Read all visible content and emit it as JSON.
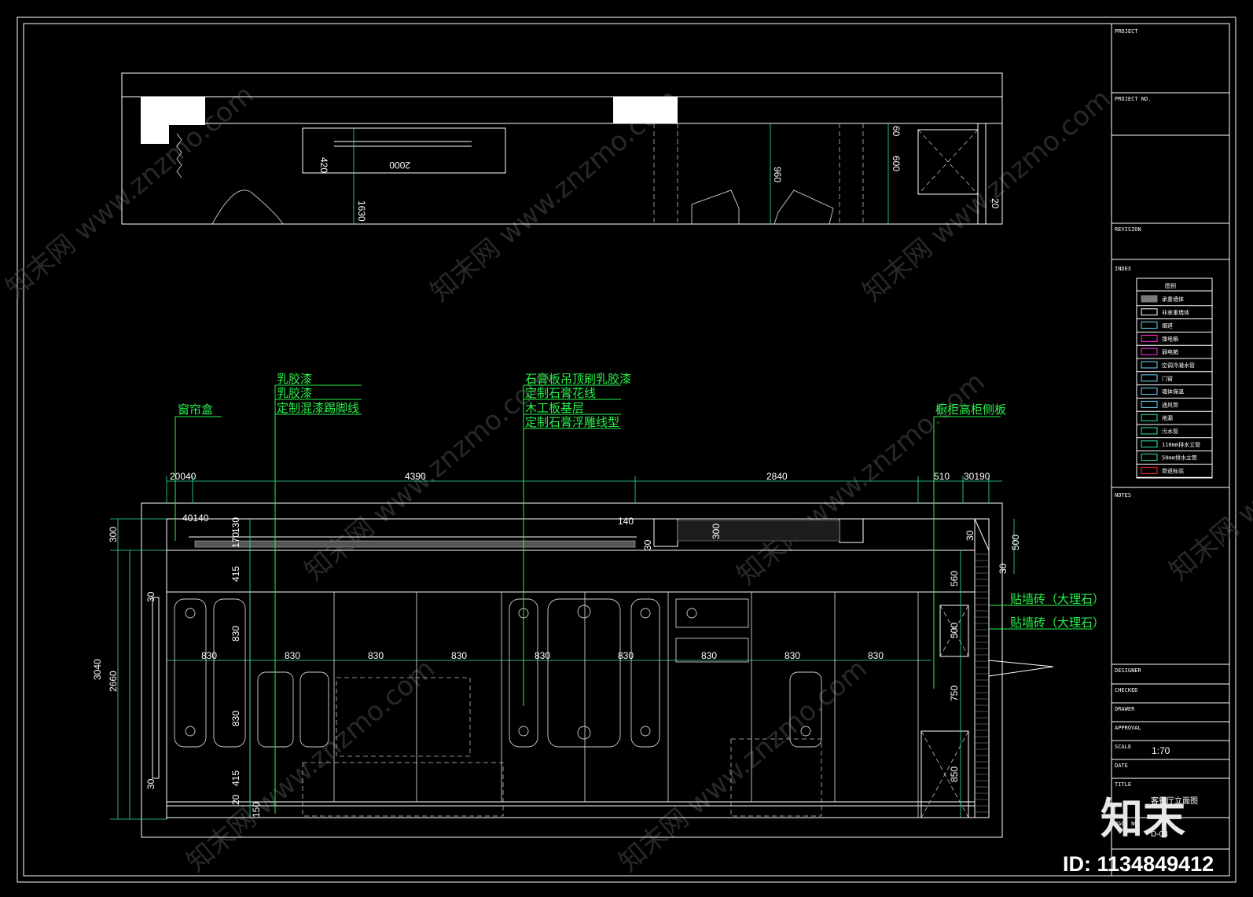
{
  "plan": {
    "dims": [
      "420",
      "2000",
      "1630",
      "960",
      "60",
      "600",
      "20"
    ]
  },
  "elevation": {
    "top_dims": [
      "20040",
      "4390",
      "2840",
      "510",
      "30190"
    ],
    "small_dims": [
      "40140",
      "140",
      "30",
      "300",
      "130",
      "170",
      "30",
      "500",
      "30"
    ],
    "left_dims": [
      "300",
      "3040",
      "2660",
      "30",
      "30",
      "415",
      "830",
      "830",
      "415",
      "20",
      "150"
    ],
    "right_dims": [
      "560",
      "500",
      "750",
      "850"
    ],
    "row_dims": [
      "830",
      "830",
      "830",
      "830",
      "830",
      "830",
      "830",
      "830",
      "830"
    ]
  },
  "notes": {
    "left": "窗帘盒",
    "col2": [
      "乳胶漆",
      "乳胶漆",
      "定制混漆踢脚线"
    ],
    "center": [
      "石膏板吊顶刷乳胶漆",
      "定制石膏花线",
      "木工板基层",
      "定制石膏浮雕线型"
    ],
    "right_top": "橱柜高柜侧板",
    "right1": "贴墙砖（大理石）",
    "right2": "贴墙砖（大理石）"
  },
  "title_block": {
    "project": "PROJECT",
    "project_no": "PROJECT NO.",
    "revision": "REVISION",
    "index": "INDEX",
    "legend_title": "图例",
    "legend": [
      "承重墙体",
      "非承重墙体",
      "烟道",
      "强电箱",
      "弱电箱",
      "空调冷凝水管",
      "门窗",
      "墙体保温",
      "通风管",
      "地漏",
      "污水管",
      "110mm排水立管",
      "50mm排水立管",
      "管道标高"
    ],
    "notes": "NOTES",
    "designer": "DESIGNER",
    "checked": "CHECKED",
    "drawer": "DRAWER",
    "approval": "APPROVAL",
    "scale_label": "SCALE",
    "scale_value": "1:70",
    "date": "DATE",
    "title_label": "TITLE",
    "title_value": "客餐厅立面图",
    "page_label": "PAGE NO.",
    "page_value": "D-03"
  },
  "watermarks": [
    "知末网 www.znzmo.com"
  ],
  "brand": {
    "logo": "知末",
    "id": "ID: 1134849412"
  },
  "colors": {
    "background": "#000000",
    "line": "#ffffff",
    "dimension": "#2ee6a0",
    "annotation": "#27f24a",
    "frame": "#b94fc9"
  }
}
